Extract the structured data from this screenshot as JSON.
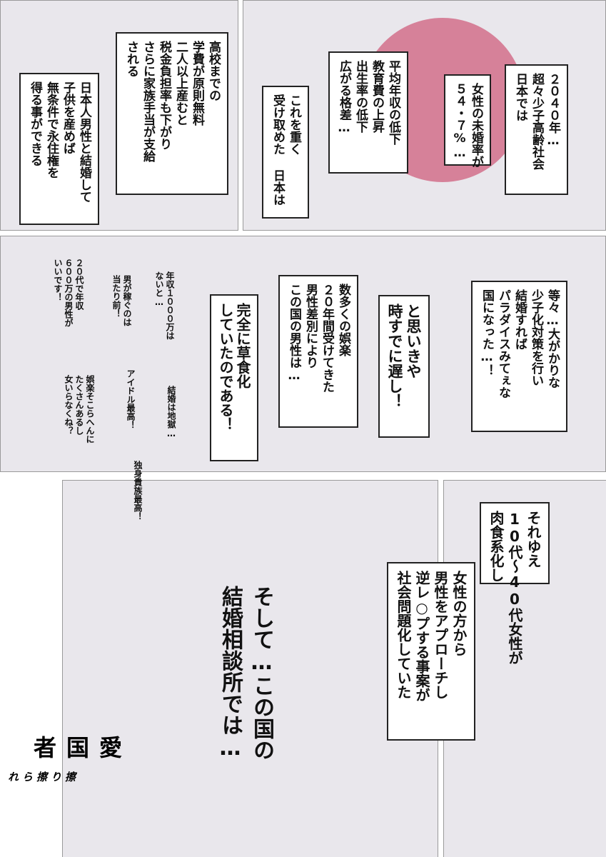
{
  "panel1": {
    "box_a": [
      "２０４０年…",
      "超々少子高齢社会",
      "日本では"
    ],
    "box_b": [
      "女性の未婚率が",
      "５４・７%…"
    ],
    "box_c": [
      "平均年収の低下",
      "教育費の上昇",
      "出生率の低下",
      "広がる格差…"
    ],
    "box_d": [
      "これを重く",
      "受け取めた 日本は"
    ],
    "accent_color": "#d68199"
  },
  "panel2": {
    "box_e": [
      "高校までの",
      "学費が原則無料",
      "二人以上産むと",
      "税金負担率も下がり",
      "さらに家族手当が支給",
      "される"
    ],
    "box_f": [
      "日本人男性と結婚して",
      "子供を産めば",
      "無条件で永住権を",
      "得る事ができる"
    ]
  },
  "panel3": {
    "box_g": [
      "等々…大がかりな",
      "少子化対策を行い",
      "結婚すれば",
      "パラダイスみてぇな",
      "国になった…！"
    ],
    "box_h": [
      "と思いきや",
      "時すでに遅し！"
    ],
    "box_i": [
      "数多くの娯楽",
      "２０年間受けてきた",
      "男性差別により",
      "この国の男性は…"
    ],
    "box_j": [
      "完全に草食化",
      "していたのである！"
    ],
    "voices": {
      "v1": [
        "年収１０００万は",
        "ないと…"
      ],
      "v2": [
        "結婚は地獄…"
      ],
      "v3": [
        "男が稼ぐのは",
        "当たり前！"
      ],
      "v4": [
        "アイドル最高！"
      ],
      "v5": [
        "独身貴族最高！"
      ],
      "v6": [
        "２０代で年収",
        "６００万の男性が",
        "いいです！"
      ],
      "v7": [
        "娯楽そこらへんに",
        "たくさんあるし",
        "女いらなくね？"
      ]
    }
  },
  "panel4": {
    "box_k": [
      "それゆえ",
      "10代～40代女性が",
      "肉食系化し"
    ],
    "box_l": [
      "女性の方から",
      "男性をアプローチし",
      "逆レ○プする事案が",
      "社会問題化していた"
    ],
    "narration": [
      "そして…この国の",
      "結婚相談所では…"
    ]
  },
  "logo": {
    "title": "愛国者",
    "subtitle": [
      "擦り",
      "擦られ"
    ]
  }
}
